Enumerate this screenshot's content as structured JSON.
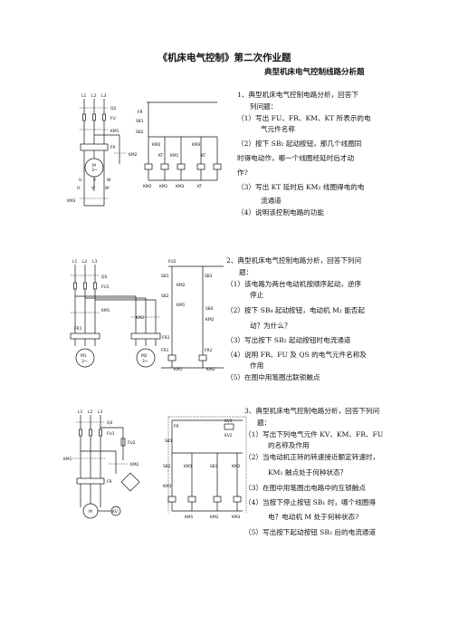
{
  "header": {
    "title": "《机床电气控制》第二次作业题",
    "subtitle": "典型机床电气控制线路分析题"
  },
  "q1": {
    "lines": [
      "1、典型机床电气控制电路分析，回答下",
      "列问题：",
      "（1）写出 FU、FR、KM、KT 所表示的电",
      "气元件名称",
      "（2）按下 SB₂ 起动按钮，那几个线圈同",
      "时得电动作，哪一个线圈经延时后才动",
      "作?",
      "（3）写出 KT 延时后 KM₂ 线圈得电的电",
      "流通道",
      "（4）说明该控制电路的功能"
    ],
    "diagram_labels": {
      "supply": [
        "L1",
        "L2",
        "L3"
      ],
      "qs": "QS",
      "fu": "FU",
      "km1": "KM1",
      "fr": "FR",
      "km2": "KM2",
      "km3": "KM3",
      "motor": "M",
      "motor_type": "3~",
      "terminals": [
        "U",
        "V",
        "W"
      ],
      "terminals2": [
        "U'",
        "V'",
        "W'"
      ],
      "ctrl": [
        "FR",
        "SB1",
        "SB2",
        "KM2",
        "KT",
        "KM1",
        "KM3",
        "KT",
        "KM2",
        "KM1",
        "KM3",
        "KT"
      ]
    }
  },
  "q2": {
    "lines": [
      "2、典型机床电气控制电路分析，回答下列问",
      "题：",
      "（1）该电路为两台电动机按顺序起动，逆序",
      "停止",
      "（2）按下 SB₄ 起动按钮，电动机 M₂ 能否起",
      "动？为什么？",
      "（3）写出按下 SB₂ 起动按钮时电流通道",
      "（4）说明 FR、FU 及 QS 的电气元件名称及",
      "作用",
      "（5）在图中用笔圈出联锁触点"
    ],
    "diagram_labels": {
      "supply": [
        "L1",
        "L2",
        "L3"
      ],
      "qs": "QS",
      "fu": "FU1",
      "fu2": "FU2",
      "km1": "KM1",
      "km2": "KM2",
      "fr1": "FR1",
      "fr2": "FR2",
      "m1": "M1",
      "m2": "M2",
      "motor_type": "3~",
      "ctrl": [
        "SB1",
        "SB3",
        "SB2",
        "KM2",
        "KM1",
        "SB4",
        "KM2",
        "FR1",
        "FR2",
        "KM1",
        "KM2"
      ]
    }
  },
  "q3": {
    "lines": [
      "3、典型机床电气控制电路分析，回答下列问",
      "题：",
      "（1）写出下列电气元件 KV、KM、FR、FU",
      "的名称及作用",
      "（2）当电动机正转的转速接近额定转速时，",
      "KM₁ 触点处于何种状态？",
      "（3）在图中用笔圈出电路中的互锁触点",
      "（4）当按下停止按钮 SB₁ 时，哪个线圈得",
      "电？电动机 M 处于何种状态?",
      "（5）写出按下起动按钮 SB₂ 后的电流通道"
    ],
    "diagram_labels": {
      "supply": [
        "L1",
        "L2",
        "L3"
      ],
      "qs": "QS",
      "fu1": "FU1",
      "fu2": "FU2",
      "km1": "KM1",
      "km2": "KM2",
      "fr": "FR",
      "kv": "KV",
      "motor": "M",
      "ctrl": [
        "FR",
        "SB1",
        "KV1",
        "KV2",
        "SB2",
        "KM1",
        "SB3",
        "KM2",
        "KM3",
        "KM1",
        "KM2",
        "KM3"
      ]
    }
  }
}
